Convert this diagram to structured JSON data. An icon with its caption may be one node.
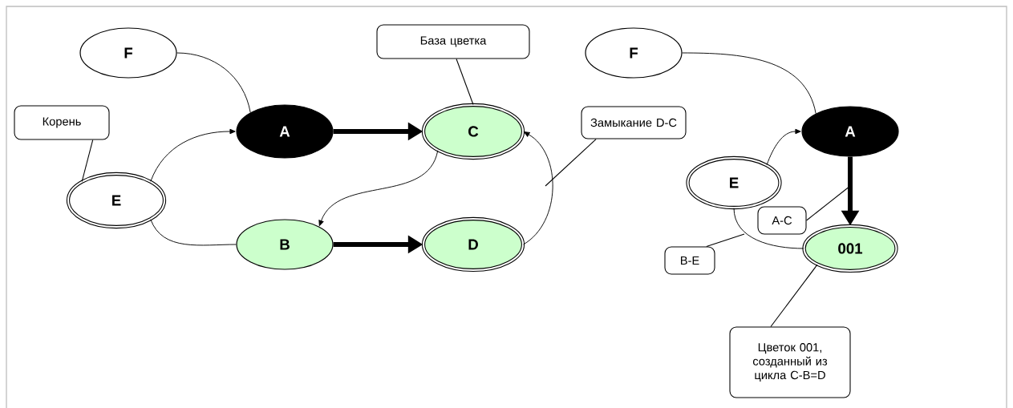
{
  "diagram": {
    "nodes": [
      {
        "text": [
          "F"
        ]
      },
      {
        "text": [
          "A"
        ]
      },
      {
        "text": [
          "C"
        ]
      },
      {
        "text": [
          "E"
        ]
      },
      {
        "text": [
          "B"
        ]
      },
      {
        "text": [
          "D"
        ]
      },
      {
        "text": [
          "База цветка"
        ]
      },
      {
        "text": [
          "Корень"
        ]
      },
      {
        "text": [
          "Замыкание D-C"
        ]
      },
      {
        "text": [
          "F"
        ]
      },
      {
        "text": [
          "A"
        ]
      },
      {
        "text": [
          "E"
        ]
      },
      {
        "text": [
          "001"
        ]
      },
      {
        "text": [
          "A-C"
        ]
      },
      {
        "text": [
          "B-E"
        ]
      },
      {
        "text": [
          "Цветок 001, созданный из цикла C-B=D"
        ]
      }
    ],
    "edges": [
      {
        "from": 0,
        "to": 1,
        "arrow": "none"
      },
      {
        "from": 3,
        "to": 1,
        "arrow": "to"
      },
      {
        "from": 1,
        "to": 2,
        "arrow": "to",
        "style": "thick"
      },
      {
        "from": 2,
        "to": 4,
        "arrow": "to"
      },
      {
        "from": 3,
        "to": 4,
        "arrow": "none"
      },
      {
        "from": 4,
        "to": 5,
        "arrow": "to",
        "style": "thick"
      },
      {
        "from": 5,
        "to": 2,
        "arrow": "to"
      },
      {
        "from": 6,
        "to": 2,
        "arrow": "none"
      },
      {
        "from": 7,
        "to": 3,
        "arrow": "none"
      },
      {
        "from": 8,
        "to": null,
        "arrow": "none"
      },
      {
        "from": 9,
        "to": 10,
        "arrow": "none"
      },
      {
        "from": 11,
        "to": 10,
        "arrow": "to"
      },
      {
        "from": 10,
        "to": 12,
        "arrow": "to",
        "style": "thick"
      },
      {
        "from": 11,
        "to": 12,
        "arrow": "none"
      },
      {
        "from": 13,
        "to": null,
        "arrow": "none"
      },
      {
        "from": 14,
        "to": null,
        "arrow": "none"
      },
      {
        "from": 15,
        "to": 12,
        "arrow": "none"
      }
    ]
  }
}
